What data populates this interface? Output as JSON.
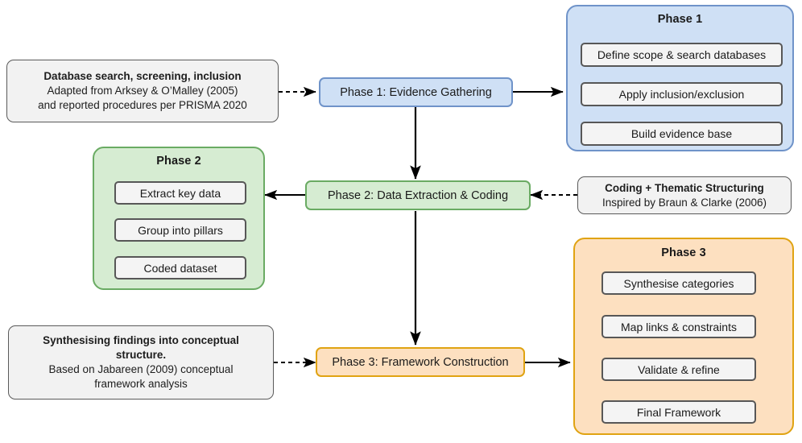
{
  "diagram": {
    "title": "Three-phase research methodology flowchart",
    "colors": {
      "phase1_fill": "#cfe0f5",
      "phase1_stroke": "#6f93c9",
      "phase2_fill": "#d6ecd2",
      "phase2_stroke": "#6aab63",
      "phase3_fill": "#fde0c0",
      "phase3_stroke": "#e0a312",
      "step_fill": "#f4f4f4",
      "step_stroke": "#575757",
      "note_fill": "#f2f2f2",
      "note_stroke": "#5a5a5a",
      "arrow": "#000000"
    }
  },
  "spine": {
    "phase1": {
      "label": "Phase 1: Evidence Gathering"
    },
    "phase2": {
      "label": "Phase 2: Data Extraction & Coding"
    },
    "phase3": {
      "label": "Phase 3: Framework Construction"
    }
  },
  "panels": {
    "phase1": {
      "title": "Phase 1",
      "steps": [
        {
          "label": "Define scope & search databases"
        },
        {
          "label": "Apply inclusion/exclusion"
        },
        {
          "label": "Build evidence base"
        }
      ]
    },
    "phase2": {
      "title": "Phase 2",
      "steps": [
        {
          "label": "Extract key data"
        },
        {
          "label": "Group into pillars"
        },
        {
          "label": "Coded dataset"
        }
      ]
    },
    "phase3": {
      "title": "Phase 3",
      "steps": [
        {
          "label": "Synthesise categories"
        },
        {
          "label": "Map links & constraints"
        },
        {
          "label": "Validate & refine"
        },
        {
          "label": "Final Framework"
        }
      ]
    }
  },
  "notes": {
    "phase1_note": {
      "line1": "Database search, screening, inclusion",
      "line2": "Adapted from Arksey & O’Malley (2005)",
      "line3": "and reported procedures per PRISMA 2020"
    },
    "phase2_note": {
      "line1": "Coding + Thematic Structuring",
      "line2": "Inspired by Braun & Clarke (2006)"
    },
    "phase3_note": {
      "line1": "Synthesising findings into conceptual",
      "line2": "structure.",
      "line3": "Based on Jabareen (2009) conceptual",
      "line4": "framework analysis"
    }
  }
}
